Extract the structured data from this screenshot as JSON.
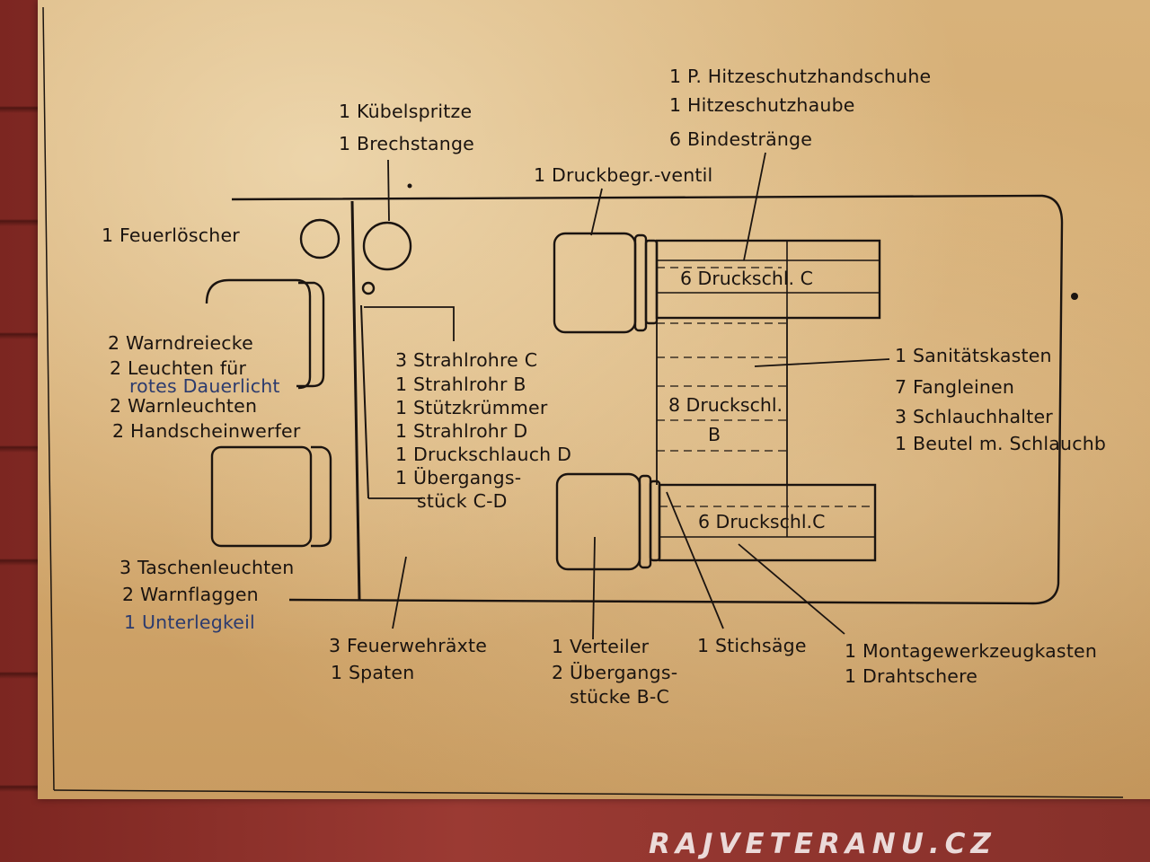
{
  "labels": {
    "feuerloescher": "1  Feuerlöscher",
    "kuebelspritze": "1 Kübelspritze",
    "brechstange": "1 Brechstange",
    "hitzehandschuhe": "1  P. Hitzeschutzhandschuhe",
    "hitzehaube": "1  Hitzeschutzhaube",
    "bindestraenge": "6  Bindestränge",
    "druckbegr": "1 Druckbegr.-ventil",
    "warndreiecke": "2 Warndreiecke",
    "leuchten_1": "2 Leuchten für",
    "leuchten_2": "rotes Dauerlicht",
    "warnleuchten": "2  Warnleuchten",
    "handscheinwerfer": "2  Handscheinwerfer",
    "strahlrohre_c": "3  Strahlrohre C",
    "strahlrohr_b": "1  Strahlrohr B",
    "stuetzkruemmer": "1  Stützkrümmer",
    "strahlrohr_d": "1  Strahlrohr D",
    "druckschlauch_d": "1  Druckschlauch D",
    "uebergang_cd_1": "1  Übergangs-",
    "uebergang_cd_2": "stück C-D",
    "sanitaetskasten": "1  Sanitätskasten",
    "fangleinen": "7  Fangleinen",
    "schlauchhalter": "3  Schlauchhalter",
    "beutel": "1  Beutel m. Schlauchb",
    "taschenleuchten": "3  Taschenleuchten",
    "warnflaggen": "2  Warnflaggen",
    "unterlegkeil": "1  Unterlegkeil",
    "feuerwehraexte": "3  Feuerwehräxte",
    "spaten": "1  Spaten",
    "verteiler": "1  Verteiler",
    "uebergang_bc_1": "2  Übergangs-",
    "uebergang_bc_2": "stücke B-C",
    "stichsaege": "1  Stichsäge",
    "montagekasten": "1 Montagewerkzeugkasten",
    "drahtschere": "1 Drahtschere",
    "druckschl_c_top": "6 Druckschl. C",
    "druckschl_b_1": "8 Druckschl.",
    "druckschl_b_2": "B",
    "druckschl_c_bottom": "6 Druckschl.C"
  },
  "watermark": "RAJVETERANU.CZ",
  "colors": {
    "ink": "#1b1410",
    "blue_ink": "#2c3b6e",
    "paper": "#d3a86d",
    "wood": "#8e2f2a"
  }
}
